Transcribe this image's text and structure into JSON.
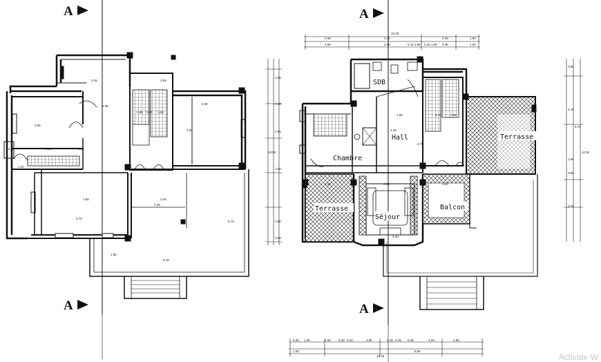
{
  "section_labels": [
    "A",
    "A",
    "A",
    "A"
  ],
  "rooms": {
    "sdb": "SDB",
    "hall": "Hall",
    "chambre": "Chambre",
    "terrasse_right": "Terrasse",
    "terrasse_left": "Terrasse",
    "balcon": "Balcon",
    "sejour": "Séjour"
  },
  "top_dims": {
    "total": "10.25",
    "row1": [
      "2.65",
      "4.30",
      "2.20",
      "1.00"
    ],
    "row2": [
      "2.65",
      "4.50",
      "0.15",
      "1.80",
      "0.15",
      "1.00",
      "0.45",
      "1.00"
    ]
  },
  "bottom_dims": {
    "row1": [
      "0.25",
      "1.00",
      "1.60",
      "0.15",
      "0.15",
      "2.50",
      "0.15",
      "0.15",
      "0.45",
      "1.20",
      "1.95"
    ],
    "row2": [
      "10.15",
      "1.00",
      "8.60"
    ]
  },
  "left_plan_dims": [
    "2.45",
    "2.35",
    "2.80",
    "4.05",
    "5.70",
    "2.65",
    "4.10",
    "1.85",
    "3.45",
    "2.40",
    "2.35",
    "4.70",
    "4.10",
    "2.45",
    "1.20",
    "1.85",
    "0.85",
    "0.40",
    "1.00",
    "2.95"
  ],
  "right_plan_dims": [
    "4.70",
    "4.40",
    "2.55",
    "3.40",
    "1.60",
    "2.40",
    "1.60",
    "2.65",
    "4.15"
  ],
  "side_dims_left": [
    "2.65",
    "0.15",
    "2.55",
    "10.50",
    "1.00",
    "2.60",
    "0.60"
  ],
  "side_dims_right": [
    "0.95",
    "4.15",
    "5.70",
    "10.50",
    "1.50",
    "0.50",
    "3.75"
  ],
  "watermark": "Activate W"
}
